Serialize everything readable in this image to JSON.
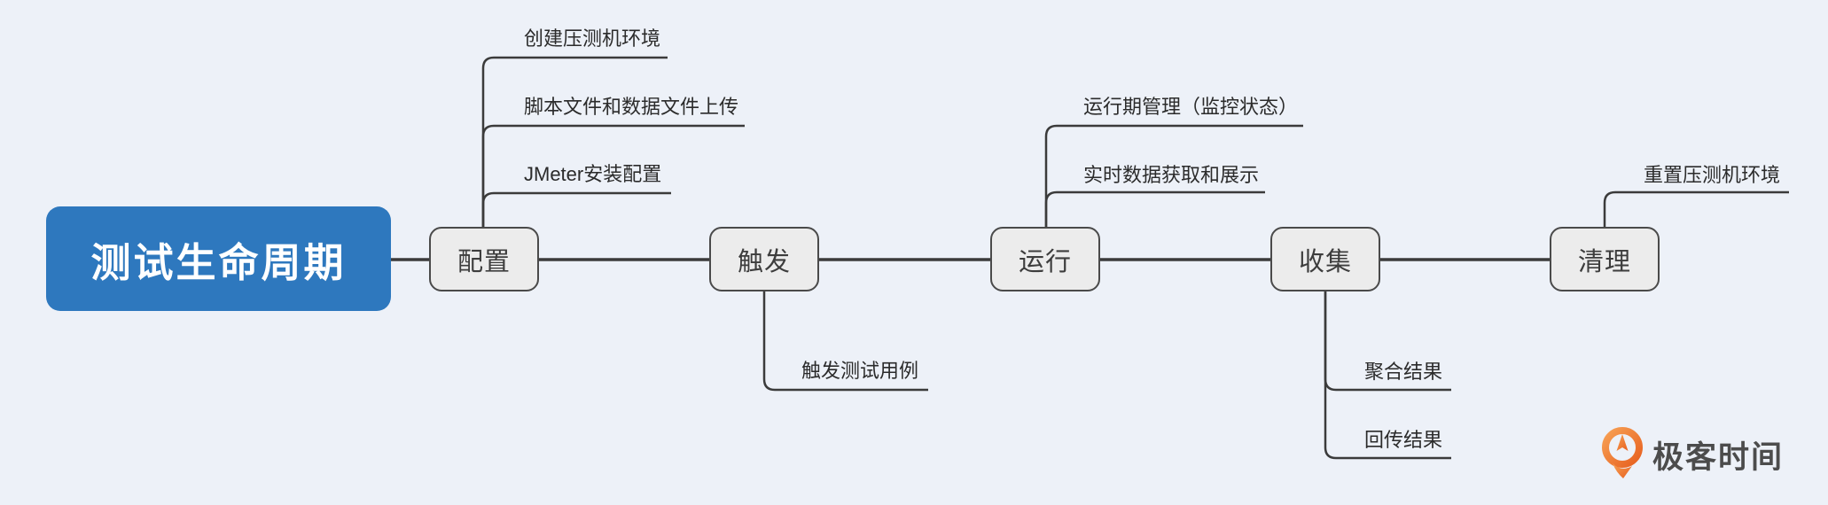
{
  "diagram": {
    "title": "测试生命周期",
    "type": "mindmap"
  },
  "root": {
    "label": "测试生命周期"
  },
  "stages": [
    {
      "label": "配置",
      "children": [
        "创建压测机环境",
        "脚本文件和数据文件上传",
        "JMeter安装配置"
      ]
    },
    {
      "label": "触发",
      "children": [
        "触发测试用例"
      ]
    },
    {
      "label": "运行",
      "children": [
        "运行期管理（监控状态）",
        "实时数据获取和展示"
      ]
    },
    {
      "label": "收集",
      "children": [
        "聚合结果",
        "回传结果"
      ]
    },
    {
      "label": "清理",
      "children": [
        "重置压测机环境"
      ]
    }
  ],
  "logo": {
    "label": "极客时间"
  },
  "colors": {
    "background": "#edf1f8",
    "root_fill": "#2e78be",
    "root_text": "#ffffff",
    "stage_fill": "#ececec",
    "stage_border": "#4a4a4a",
    "line": "#3b3b3b",
    "leaf_text": "#2b2b2b",
    "logo_orange_light": "#f7a054",
    "logo_orange_dark": "#e7601f",
    "logo_text": "#4c4c4c"
  }
}
